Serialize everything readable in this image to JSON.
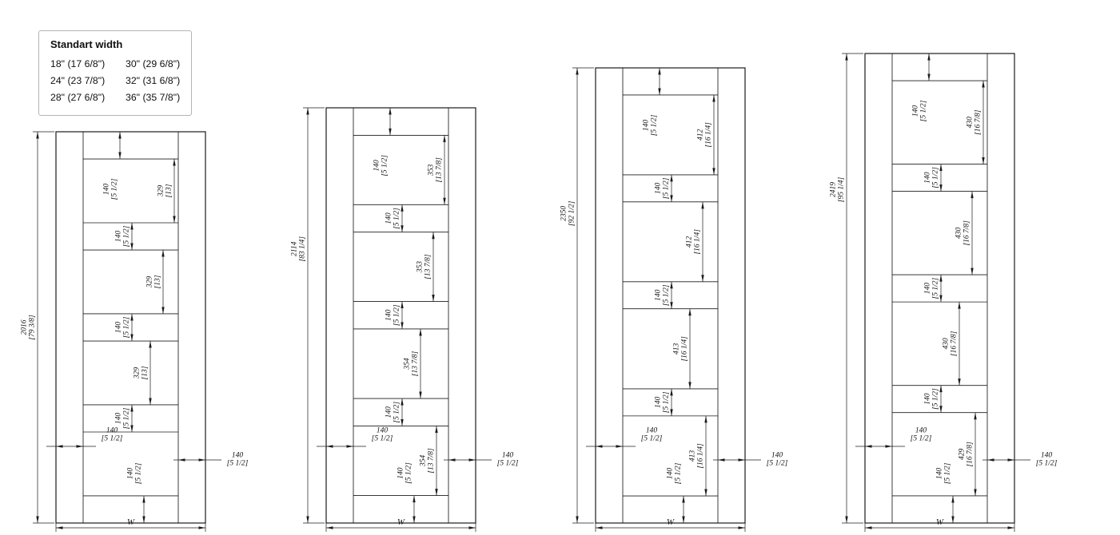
{
  "legend": {
    "title": "Standart width",
    "rows": [
      [
        "18\" (17 6/8\")",
        "30\" (29 6/8\")"
      ],
      [
        "24\" (23 7/8\")",
        "32\" (31 6/8\")"
      ],
      [
        "28\" (27 6/8\")",
        "36\" (35 7/8\")"
      ]
    ]
  },
  "style": {
    "line_color": "#1b1b1b",
    "background": "#ffffff"
  },
  "doors": [
    {
      "name": "door-height-2016",
      "height": {
        "mm": "2016",
        "in": "[79 3/8]"
      },
      "rail": {
        "mm": "140",
        "in": "[5 1/2]"
      },
      "stile": {
        "mm": "140",
        "in": "[5 1/2]"
      },
      "bottom_rail": {
        "mm": "140",
        "in": "[5 1/2]"
      },
      "rail_mm": 140,
      "panels_mm": [
        329,
        329,
        329,
        329
      ],
      "panel_labels": [
        {
          "mm": "329",
          "in": "[13]"
        },
        {
          "mm": "329",
          "in": "[13]"
        },
        {
          "mm": "329",
          "in": "[13]"
        },
        null
      ],
      "width_label": "W"
    },
    {
      "name": "door-height-2114",
      "height": {
        "mm": "2114",
        "in": "[83 1/4]"
      },
      "rail": {
        "mm": "140",
        "in": "[5 1/2]"
      },
      "stile": {
        "mm": "140",
        "in": "[5 1/2]"
      },
      "bottom_rail": {
        "mm": "140",
        "in": "[5 1/2]"
      },
      "rail_mm": 140,
      "panels_mm": [
        353,
        353,
        354,
        354
      ],
      "panel_labels": [
        {
          "mm": "353",
          "in": "[13 7/8]"
        },
        {
          "mm": "353",
          "in": "[13 7/8]"
        },
        {
          "mm": "354",
          "in": "[13 7/8]"
        },
        {
          "mm": "354",
          "in": "[13 7/8]"
        }
      ],
      "width_label": "W"
    },
    {
      "name": "door-height-2350",
      "height": {
        "mm": "2350",
        "in": "[92 1/2]"
      },
      "rail": {
        "mm": "140",
        "in": "[5 1/2]"
      },
      "stile": {
        "mm": "140",
        "in": "[5 1/2]"
      },
      "bottom_rail": {
        "mm": "140",
        "in": "[5 1/2]"
      },
      "rail_mm": 140,
      "panels_mm": [
        412,
        412,
        413,
        413
      ],
      "panel_labels": [
        {
          "mm": "412",
          "in": "[16 1/4]"
        },
        {
          "mm": "412",
          "in": "[16 1/4]"
        },
        {
          "mm": "413",
          "in": "[16 1/4]"
        },
        {
          "mm": "413",
          "in": "[16 1/4]"
        }
      ],
      "width_label": "W"
    },
    {
      "name": "door-height-2419",
      "height": {
        "mm": "2419",
        "in": "[95 1/4]"
      },
      "rail": {
        "mm": "140",
        "in": "[5 1/2]"
      },
      "stile": {
        "mm": "140",
        "in": "[5 1/2]"
      },
      "bottom_rail": {
        "mm": "140",
        "in": "[5 1/2]"
      },
      "rail_mm": 140,
      "panels_mm": [
        430,
        430,
        430,
        429
      ],
      "panel_labels": [
        {
          "mm": "430",
          "in": "[16 7/8]"
        },
        {
          "mm": "430",
          "in": "[16 7/8]"
        },
        {
          "mm": "430",
          "in": "[16 7/8]"
        },
        {
          "mm": "429",
          "in": "[16 7/8]"
        }
      ],
      "width_label": "W"
    }
  ]
}
